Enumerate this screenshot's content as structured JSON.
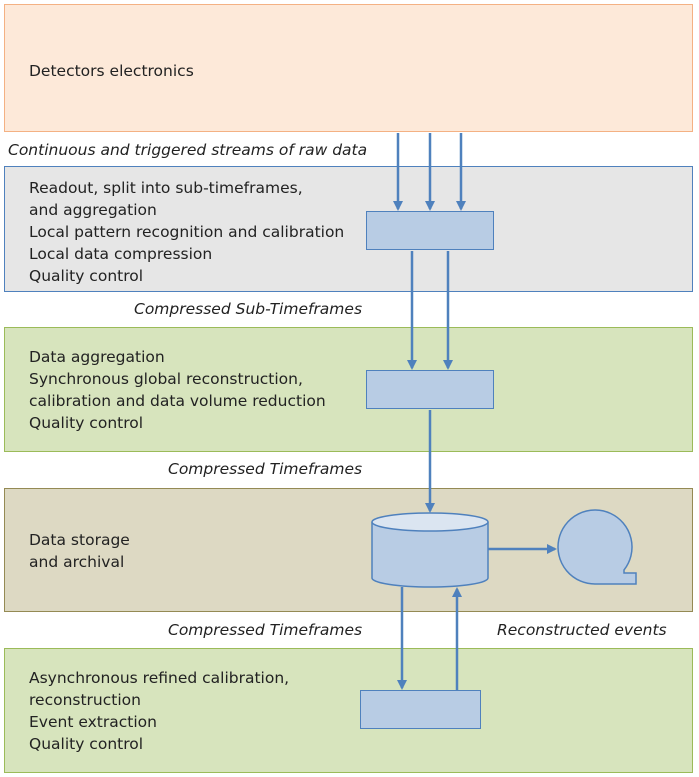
{
  "bands": {
    "detectors": {
      "lines": [
        "Detectors electronics"
      ],
      "fill": "#fde9d9",
      "stroke": "#f4b183"
    },
    "readout": {
      "lines": [
        "Readout, split into sub-timeframes,",
        "and aggregation",
        "Local pattern recognition and calibration",
        "Local data compression",
        "Quality control"
      ],
      "fill": "#e6e6e6",
      "stroke": "#4f81bd"
    },
    "aggregation": {
      "lines": [
        "Data aggregation",
        "Synchronous global reconstruction,",
        "calibration and data volume reduction",
        "Quality control"
      ],
      "fill": "#d7e4bd",
      "stroke": "#9bbb59"
    },
    "storage": {
      "lines": [
        "Data storage",
        "and archival"
      ],
      "fill": "#ddd9c3",
      "stroke": "#948a54"
    },
    "async": {
      "lines": [
        "Asynchronous  refined calibration,",
        "reconstruction",
        "Event extraction",
        "Quality control"
      ],
      "fill": "#d7e4bd",
      "stroke": "#9bbb59"
    }
  },
  "labels": {
    "raw": "Continuous and triggered streams of raw data",
    "subtimeframes": "Compressed Sub-Timeframes",
    "timeframes1": "Compressed Timeframes",
    "timeframes2": "Compressed Timeframes",
    "reconstructed": "Reconstructed events"
  },
  "colors": {
    "arrow": "#4f81bd",
    "node_fill": "#b8cce4",
    "node_stroke": "#4f81bd"
  },
  "icons": {
    "storage": "database-cylinder-icon",
    "tape": "tape-reel-icon"
  }
}
